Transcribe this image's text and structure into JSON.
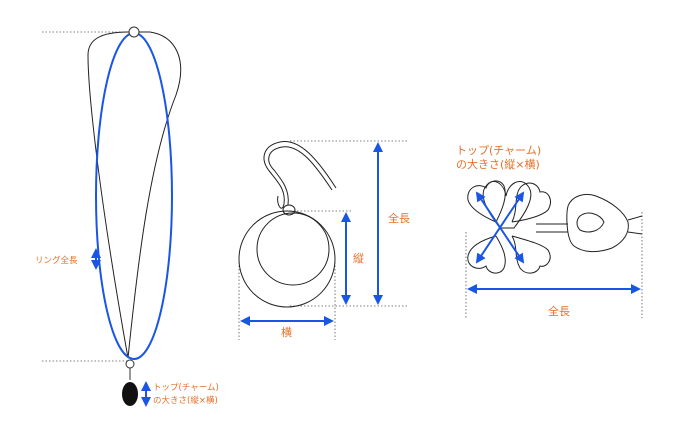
{
  "ring_earring": {
    "ring_length_label": "リング全長",
    "top_size_line1": "トップ(チャーム)",
    "top_size_line2": "の大きさ(縦×横)"
  },
  "hook_earring": {
    "total_length_label": "全長",
    "height_label": "縦",
    "width_label": "横"
  },
  "stud_earring": {
    "top_size_line1": "トップ(チャーム)",
    "top_size_line2": "の大きさ(縦×横)",
    "total_length_label": "全長"
  },
  "colors": {
    "measure": "#1a56e6",
    "label": "#e8702a",
    "outline": "#222222"
  }
}
